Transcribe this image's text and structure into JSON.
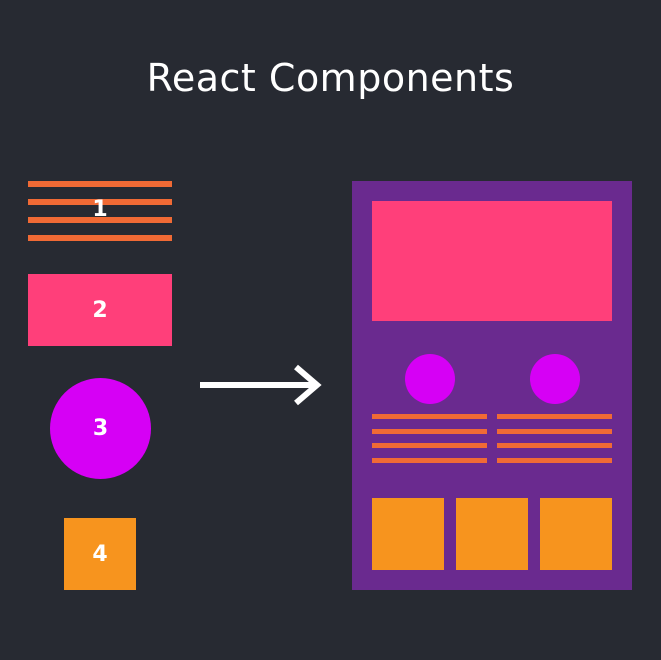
{
  "title": "React Components",
  "components": [
    {
      "label": "1",
      "icon": "text-lines-icon",
      "color": "#f06a35"
    },
    {
      "label": "2",
      "icon": "banner-box-icon",
      "color": "#ff3f7a"
    },
    {
      "label": "3",
      "icon": "circle-icon",
      "color": "#d600f5"
    },
    {
      "label": "4",
      "icon": "square-tile-icon",
      "color": "#f7941e"
    }
  ],
  "arrow_icon": "right-arrow-icon",
  "page": {
    "background": "#6a2a8f",
    "icon": "composed-page-icon"
  },
  "colors": {
    "background": "#272a32",
    "text": "#ffffff"
  }
}
